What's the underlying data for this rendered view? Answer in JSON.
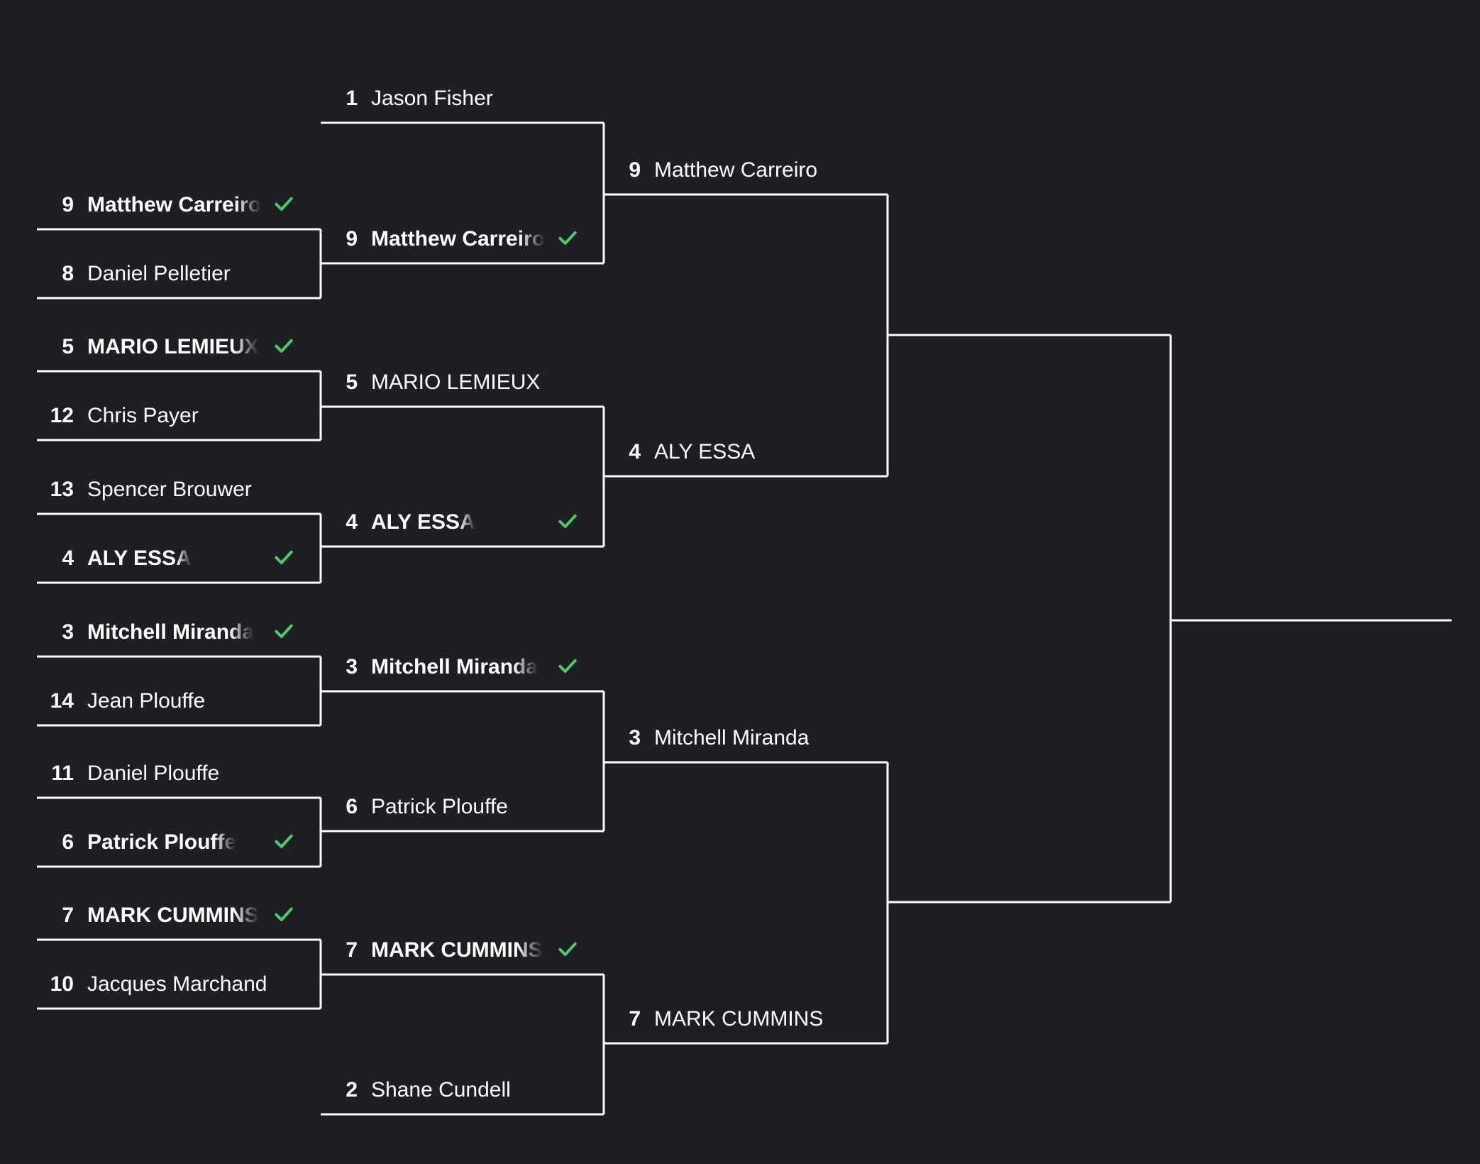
{
  "colors": {
    "background": "#1e1f23",
    "line": "#ffffff",
    "check": "#4cc96a"
  },
  "rounds": [
    {
      "entries": [
        {
          "seed": "9",
          "name": "Matthew Carreiro",
          "winner": true
        },
        {
          "seed": "8",
          "name": "Daniel Pelletier",
          "winner": false
        },
        {
          "seed": "5",
          "name": "MARIO LEMIEUX",
          "winner": true
        },
        {
          "seed": "12",
          "name": "Chris Payer",
          "winner": false
        },
        {
          "seed": "13",
          "name": "Spencer Brouwer",
          "winner": false
        },
        {
          "seed": "4",
          "name": "ALY ESSA",
          "winner": true
        },
        {
          "seed": "3",
          "name": "Mitchell Miranda",
          "winner": true
        },
        {
          "seed": "14",
          "name": "Jean Plouffe",
          "winner": false
        },
        {
          "seed": "11",
          "name": "Daniel Plouffe",
          "winner": false
        },
        {
          "seed": "6",
          "name": "Patrick Plouffe",
          "winner": true
        },
        {
          "seed": "7",
          "name": "MARK CUMMINS",
          "winner": true
        },
        {
          "seed": "10",
          "name": "Jacques Marchand",
          "winner": false
        }
      ]
    },
    {
      "entries": [
        {
          "seed": "1",
          "name": "Jason Fisher",
          "winner": false
        },
        {
          "seed": "9",
          "name": "Matthew Carreiro",
          "winner": true
        },
        {
          "seed": "5",
          "name": "MARIO LEMIEUX",
          "winner": false
        },
        {
          "seed": "4",
          "name": "ALY ESSA",
          "winner": true
        },
        {
          "seed": "3",
          "name": "Mitchell Miranda",
          "winner": true
        },
        {
          "seed": "6",
          "name": "Patrick Plouffe",
          "winner": false
        },
        {
          "seed": "7",
          "name": "MARK CUMMINS",
          "winner": true
        },
        {
          "seed": "2",
          "name": "Shane Cundell",
          "winner": false
        }
      ]
    },
    {
      "entries": [
        {
          "seed": "9",
          "name": "Matthew Carreiro",
          "winner": false
        },
        {
          "seed": "4",
          "name": "ALY ESSA",
          "winner": false
        },
        {
          "seed": "3",
          "name": "Mitchell Miranda",
          "winner": false
        },
        {
          "seed": "7",
          "name": "MARK CUMMINS",
          "winner": false
        }
      ]
    },
    {
      "entries": []
    }
  ]
}
